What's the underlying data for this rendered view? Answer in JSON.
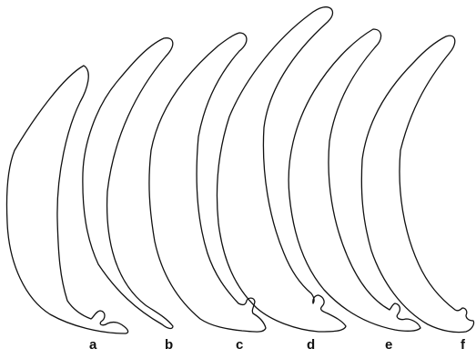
{
  "figure": {
    "labels": [
      "a",
      "b",
      "c",
      "d",
      "e",
      "f"
    ],
    "stroke_color": "#111111",
    "background_color": "#ffffff"
  }
}
